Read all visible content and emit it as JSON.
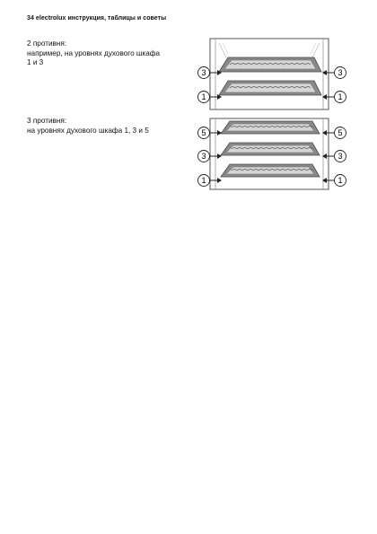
{
  "header": {
    "title": "34 electrolux инструкция, таблицы и советы"
  },
  "sections": [
    {
      "heading": "2 противня:",
      "lines": [
        "например, на уровнях духового шкафа",
        "1 и 3"
      ],
      "levels": [
        "3",
        "1"
      ]
    },
    {
      "heading": "3 противня:",
      "lines": [
        "на уровнях духового шкафа 1, 3 и 5"
      ],
      "levels": [
        "5",
        "3",
        "1"
      ]
    }
  ],
  "icons": {
    "tray": "baking-tray-icon",
    "level": "shelf-level-circle-icon",
    "arrow": "arrow-right-icon"
  }
}
